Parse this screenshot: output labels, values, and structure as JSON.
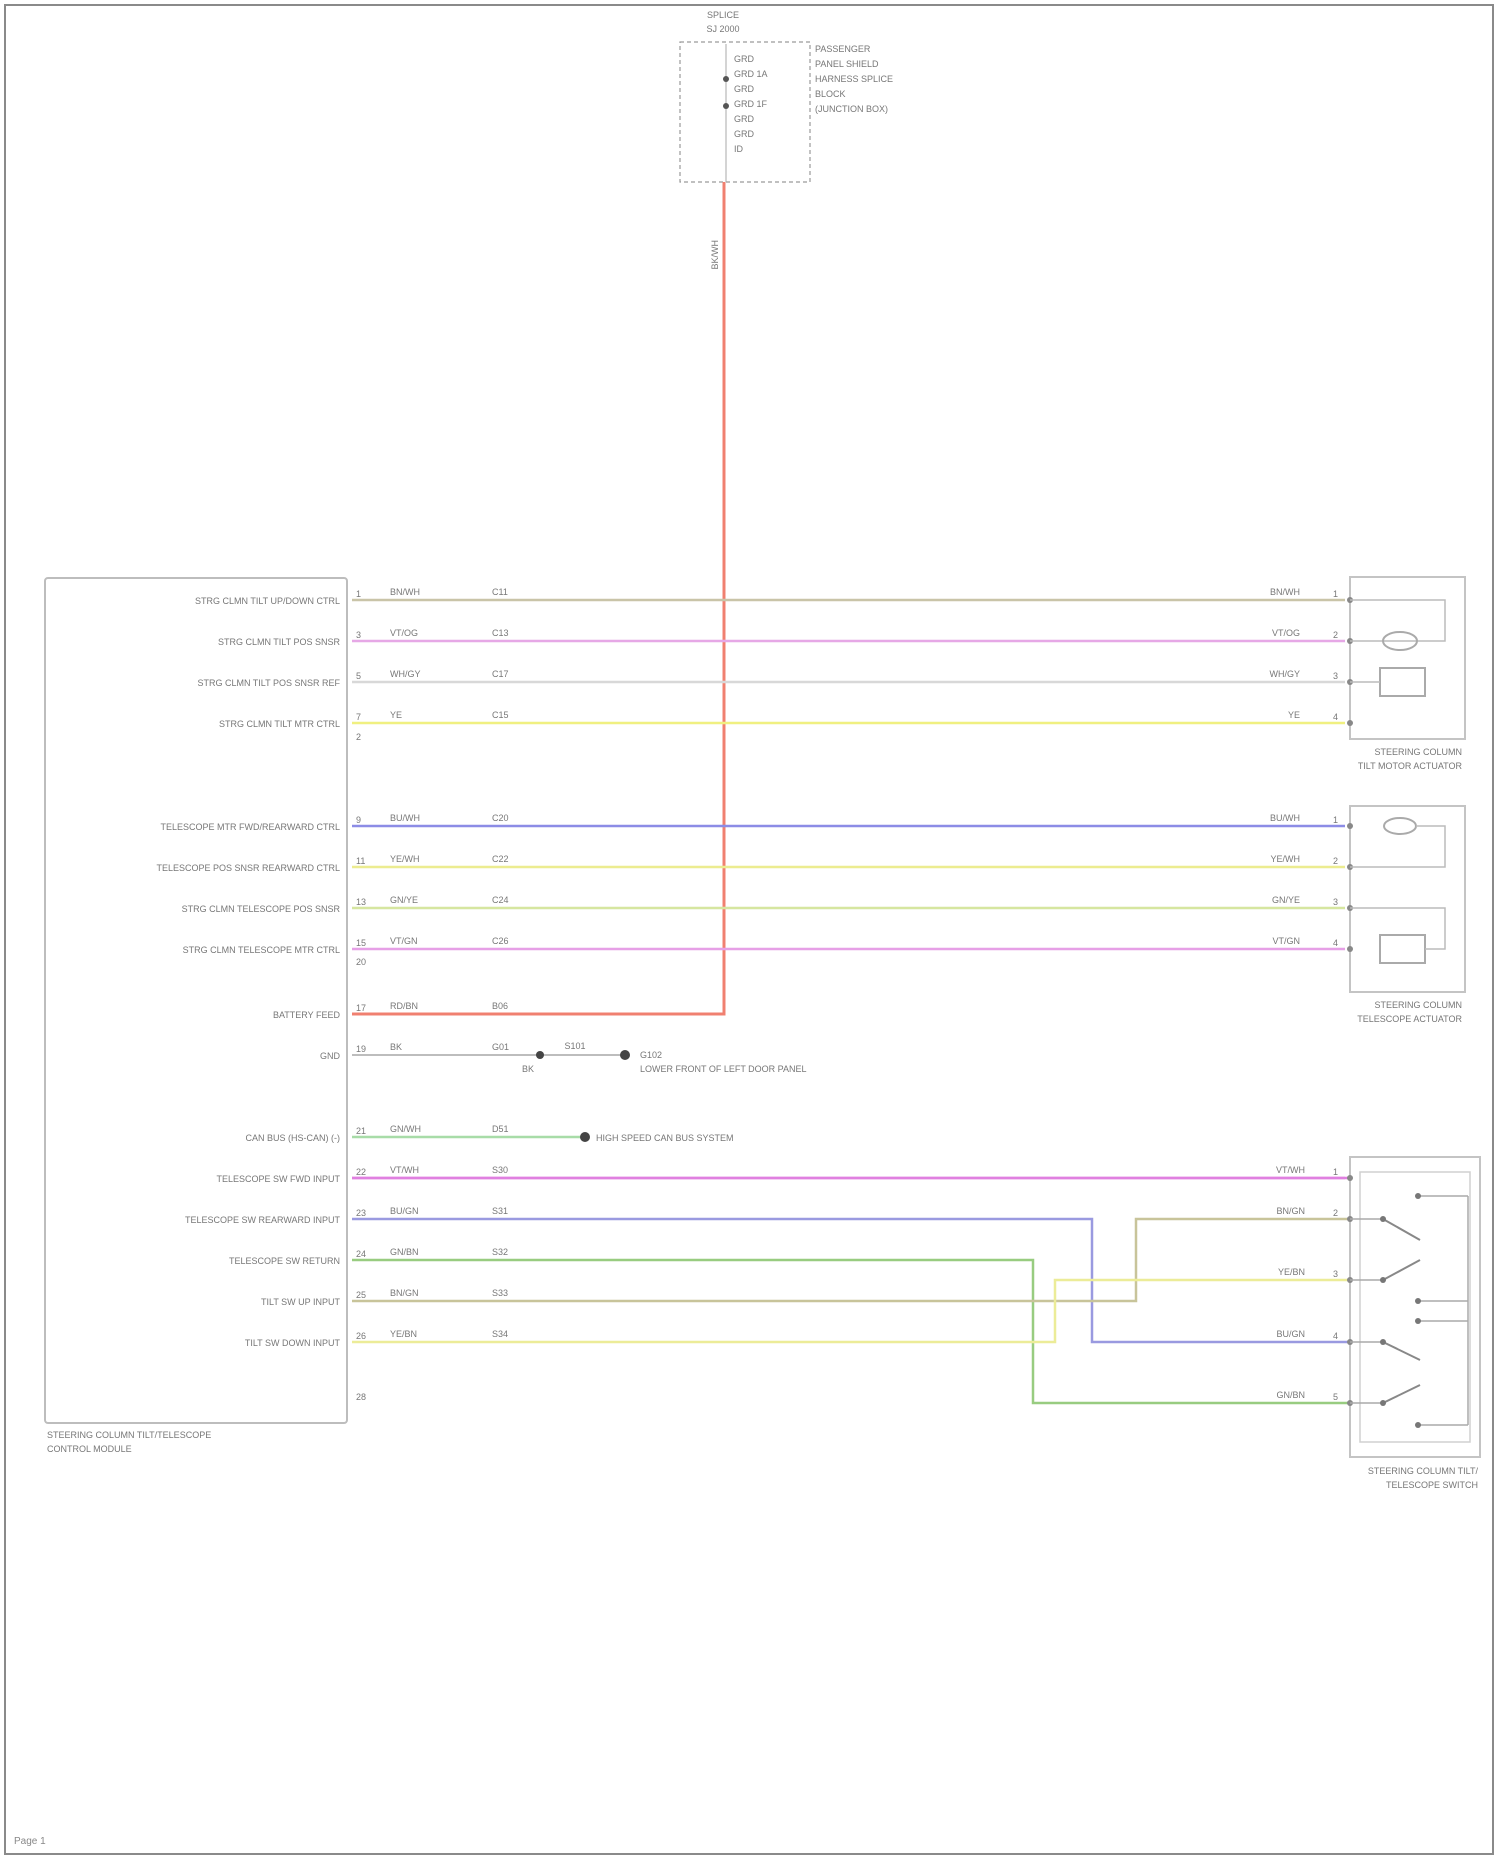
{
  "labels_estimated": true,
  "splice_connector": {
    "title": "SPLICE",
    "subtitle": "SJ 2000",
    "note_lines": [
      "PASSENGER",
      "PANEL SHIELD",
      "HARNESS SPLICE",
      "BLOCK",
      "(JUNCTION BOX)"
    ],
    "pins": [
      "GRD",
      "GRD 1A",
      "GRD",
      "GRD 1F",
      "GRD",
      "GRD",
      "ID"
    ],
    "wire_color": "BK/WH"
  },
  "control_module": {
    "title": "STEERING COLUMN TILT/TELESCOPE",
    "subtitle": "CONTROL MODULE",
    "pins": [
      {
        "num": "1",
        "label": "STRG CLMN TILT UP/DOWN CTRL",
        "wire": "BN/WH",
        "circuit": "C11",
        "color": "#c9c4a8"
      },
      {
        "num": "3",
        "label": "STRG CLMN TILT POS SNSR",
        "wire": "VT/OG",
        "circuit": "C13",
        "color": "#e6a8e6"
      },
      {
        "num": "5",
        "label": "STRG CLMN TILT POS SNSR REF",
        "wire": "WH/GY",
        "circuit": "C17",
        "color": "#d8d8d8"
      },
      {
        "num": "7",
        "label": "STRG CLMN TILT MTR CTRL",
        "wire": "YE",
        "circuit": "C15",
        "color": "#f0f080"
      },
      {
        "num": "9",
        "label": "TELESCOPE MTR FWD/REARWARD CTRL",
        "wire": "BU/WH",
        "circuit": "C20",
        "color": "#8c8ce6"
      },
      {
        "num": "11",
        "label": "TELESCOPE POS SNSR REARWARD CTRL",
        "wire": "YE/WH",
        "circuit": "C22",
        "color": "#ecec90"
      },
      {
        "num": "13",
        "label": "STRG CLMN TELESCOPE POS SNSR",
        "wire": "GN/YE",
        "circuit": "C24",
        "color": "#d6e6a0"
      },
      {
        "num": "15",
        "label": "STRG CLMN TELESCOPE MTR CTRL",
        "wire": "VT/GN",
        "circuit": "C26",
        "color": "#e6a0e6"
      },
      {
        "num": "17",
        "label": "BATTERY FEED",
        "wire": "RD/BN",
        "circuit": "B06",
        "color": "#f08070"
      },
      {
        "num": "19",
        "label": "GND",
        "wire": "BK",
        "circuit": "G01",
        "color": "#bdbdbd"
      },
      {
        "num": "21",
        "label": "CAN BUS (HS-CAN) (-)",
        "wire": "GN/WH",
        "circuit": "D51",
        "color": "#a8dca8"
      },
      {
        "num": "22",
        "label": "TELESCOPE SW FWD INPUT",
        "wire": "VT/WH",
        "circuit": "S30",
        "color": "#e080e0"
      },
      {
        "num": "23",
        "label": "TELESCOPE SW REARWARD INPUT",
        "wire": "BU/GN",
        "circuit": "S31",
        "color": "#9a9ae0"
      },
      {
        "num": "24",
        "label": "TELESCOPE SW RETURN",
        "wire": "GN/BN",
        "circuit": "S32",
        "color": "#98cc80"
      },
      {
        "num": "25",
        "label": "TILT SW UP INPUT",
        "wire": "BN/GN",
        "circuit": "S33",
        "color": "#c8c49a"
      },
      {
        "num": "26",
        "label": "TILT SW DOWN INPUT",
        "wire": "YE/BN",
        "circuit": "S34",
        "color": "#ecec98"
      }
    ],
    "extra_pin_labels": [
      "2",
      "20",
      "28"
    ]
  },
  "ground_point": {
    "label1": "G102",
    "label2": "LOWER FRONT OF LEFT DOOR PANEL",
    "wire_label": "BK",
    "mid_label": "S101"
  },
  "can_label": "HIGH SPEED CAN BUS SYSTEM",
  "tilt_actuator": {
    "title": "STEERING COLUMN",
    "subtitle": "TILT MOTOR ACTUATOR",
    "pins": [
      "1",
      "2",
      "3",
      "4"
    ],
    "wire_labels": [
      "BN/WH",
      "VT/OG",
      "WH/GY",
      "YE"
    ]
  },
  "telescope_actuator": {
    "title": "STEERING COLUMN",
    "subtitle": "TELESCOPE ACTUATOR",
    "pins": [
      "1",
      "2",
      "3",
      "4"
    ],
    "wire_labels": [
      "BU/WH",
      "YE/WH",
      "GN/YE",
      "VT/GN"
    ]
  },
  "switch": {
    "title": "STEERING COLUMN TILT/",
    "subtitle": "TELESCOPE SWITCH",
    "pins": [
      "1",
      "2",
      "3",
      "4",
      "5"
    ],
    "wire_labels": [
      "VT/WH",
      "BN/GN",
      "YE/BN",
      "BU/GN",
      "GN/BN"
    ]
  },
  "footer": "Page 1"
}
